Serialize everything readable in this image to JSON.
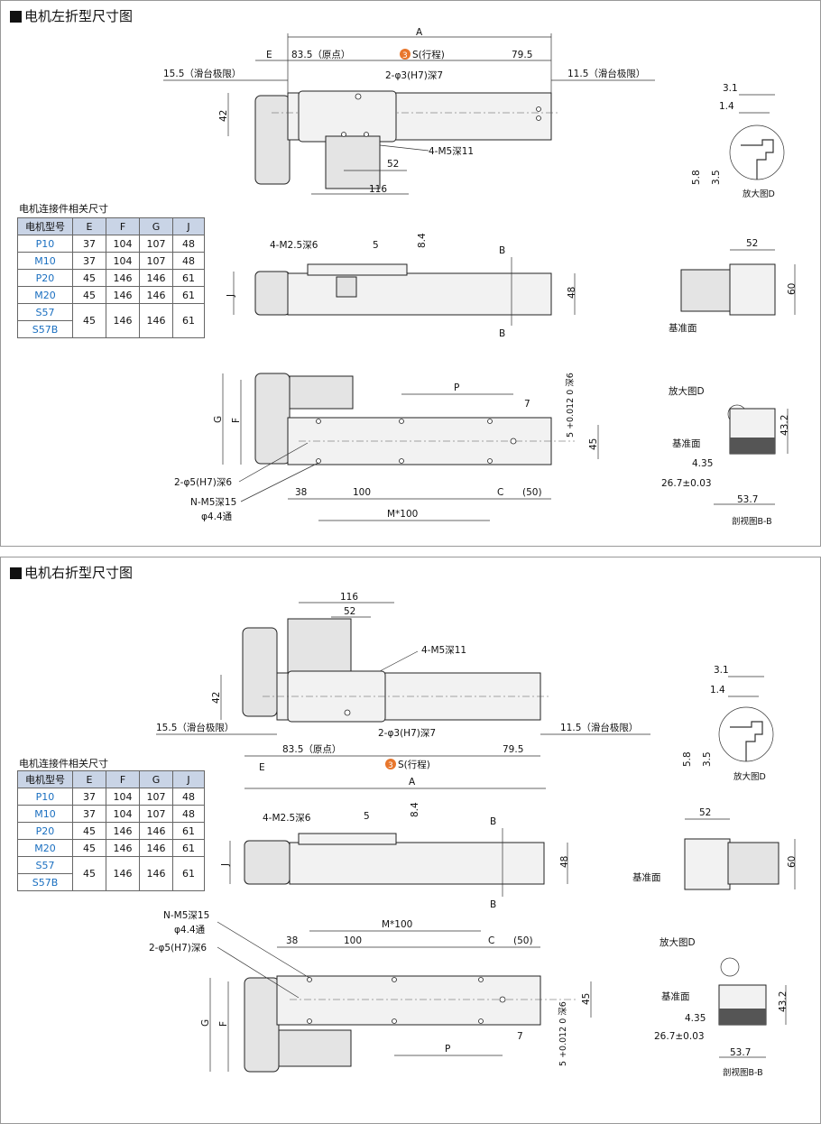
{
  "left": {
    "title": "电机左折型尺寸图",
    "table_caption": "电机连接件相关尺寸",
    "dims": {
      "A": "A",
      "E": "E",
      "origin": "83.5（原点）",
      "stroke_num": "3",
      "stroke_label": "S(行程)",
      "d795": "79.5",
      "lim_left": "15.5（滑台极限）",
      "lim_right": "11.5（滑台极限）",
      "pin": "2-φ3(H7)深7",
      "d42": "42",
      "m5_11": "4-M5深11",
      "d52": "52",
      "d116": "116",
      "m25": "4-M2.5深6",
      "d5": "5",
      "d84": "8.4",
      "secB": "B",
      "J": "J",
      "d48": "48",
      "G": "G",
      "F": "F",
      "P": "P",
      "d7": "7",
      "tol": "5 +0.012 0 深6",
      "d45": "45",
      "pin6": "2-φ5(H7)深6",
      "nm5": "N-M5深15",
      "thru": "φ4.4通",
      "d38": "38",
      "d100": "100",
      "C": "C",
      "d50": "(50)",
      "pitch": "M*100"
    },
    "detail": {
      "d31": "3.1",
      "d14": "1.4",
      "d58": "5.8",
      "d35": "3.5",
      "magD": "放大图D",
      "d52": "52",
      "d60": "60",
      "ref": "基准面",
      "magD2": "放大图D",
      "d432": "43.2",
      "d435": "4.35",
      "d267": "26.7±0.03",
      "d537": "53.7",
      "section": "剖视图B-B"
    }
  },
  "right": {
    "title": "电机右折型尺寸图",
    "table_caption": "电机连接件相关尺寸",
    "dims": {
      "A": "A",
      "E": "E",
      "origin": "83.5（原点）",
      "stroke_num": "3",
      "stroke_label": "S(行程)",
      "d795": "79.5",
      "lim_left": "15.5（滑台极限）",
      "lim_right": "11.5（滑台极限）",
      "pin": "2-φ3(H7)深7",
      "d42": "42",
      "m5_11": "4-M5深11",
      "d52": "52",
      "d116": "116",
      "m25": "4-M2.5深6",
      "d5": "5",
      "d84": "8.4",
      "secB": "B",
      "J": "J",
      "d48": "48",
      "G": "G",
      "F": "F",
      "P": "P",
      "d7": "7",
      "tol": "5 +0.012 0 深6",
      "d45": "45",
      "pin6": "2-φ5(H7)深6",
      "nm5": "N-M5深15",
      "thru": "φ4.4通",
      "d38": "38",
      "d100": "100",
      "C": "C",
      "d50": "(50)",
      "pitch": "M*100"
    },
    "detail": {
      "d31": "3.1",
      "d14": "1.4",
      "d58": "5.8",
      "d35": "3.5",
      "magD": "放大图D",
      "d52": "52",
      "d60": "60",
      "ref": "基准面",
      "magD2": "放大图D",
      "d432": "43.2",
      "d435": "4.35",
      "d267": "26.7±0.03",
      "d537": "53.7",
      "section": "剖视图B-B"
    }
  },
  "table": {
    "headers": [
      "电机型号",
      "E",
      "F",
      "G",
      "J"
    ],
    "rows": [
      {
        "model": "P10",
        "E": "37",
        "F": "104",
        "G": "107",
        "J": "48"
      },
      {
        "model": "M10",
        "E": "37",
        "F": "104",
        "G": "107",
        "J": "48"
      },
      {
        "model": "P20",
        "E": "45",
        "F": "146",
        "G": "146",
        "J": "61"
      },
      {
        "model": "M20",
        "E": "45",
        "F": "146",
        "G": "146",
        "J": "61"
      },
      {
        "model": "S57",
        "model2": "S57B",
        "E": "45",
        "F": "146",
        "G": "146",
        "J": "61"
      }
    ]
  },
  "colors": {
    "header_bg": "#c9d4e6",
    "model_text": "#1a6fc0",
    "stroke_badge": "#e8762c"
  }
}
